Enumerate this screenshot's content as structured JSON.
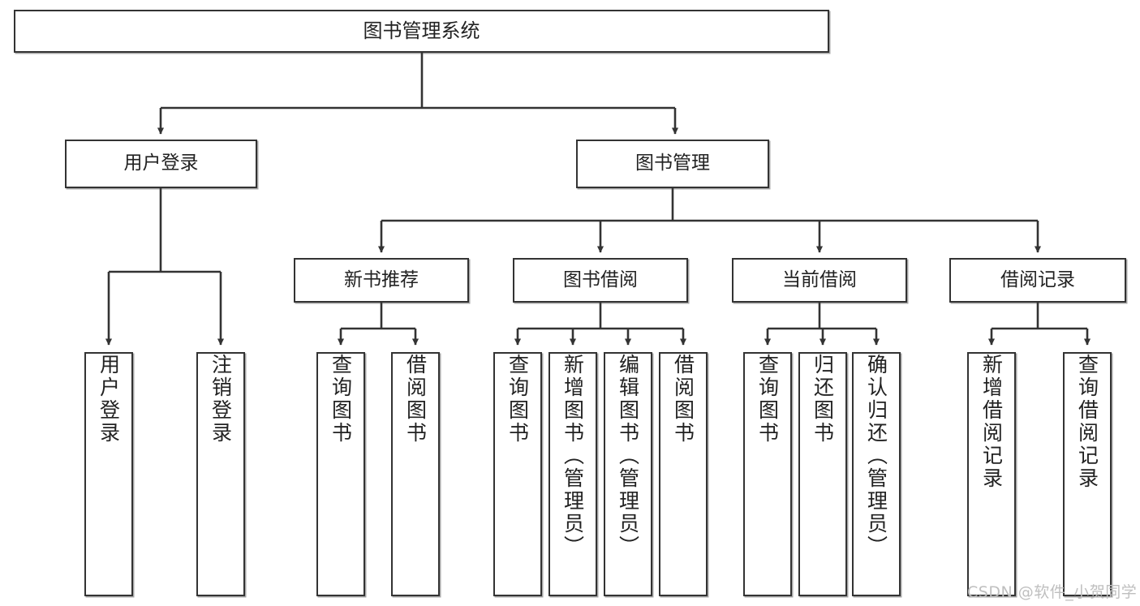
{
  "diagram": {
    "title": "图书管理系统",
    "watermark": "CSDN @软件_小贺同学",
    "line_color": "#333333",
    "box_fill": "#ffffff",
    "text_color": "#222222",
    "nodes": {
      "root": {
        "label": "图书管理系统"
      },
      "level2": [
        {
          "key": "user-login",
          "label": "用户登录"
        },
        {
          "key": "book-manage",
          "label": "图书管理"
        }
      ],
      "level3": [
        {
          "key": "new-book-recommend",
          "label": "新书推荐"
        },
        {
          "key": "book-borrow",
          "label": "图书借阅"
        },
        {
          "key": "current-borrow",
          "label": "当前借阅"
        },
        {
          "key": "borrow-record",
          "label": "借阅记录"
        }
      ],
      "leaves": [
        {
          "key": "leaf-user-login",
          "label": "用户登录",
          "parent": "user-login"
        },
        {
          "key": "leaf-user-logout",
          "label": "注销登录",
          "parent": "user-login"
        },
        {
          "key": "leaf-query-book-1",
          "label": "查询图书",
          "parent": "new-book-recommend"
        },
        {
          "key": "leaf-borrow-book-1",
          "label": "借阅图书",
          "parent": "new-book-recommend"
        },
        {
          "key": "leaf-query-book-2",
          "label": "查询图书",
          "parent": "book-borrow"
        },
        {
          "key": "leaf-add-book",
          "label": "新增图书（管理员）",
          "parent": "book-borrow"
        },
        {
          "key": "leaf-edit-book",
          "label": "编辑图书（管理员）",
          "parent": "book-borrow"
        },
        {
          "key": "leaf-borrow-book-2",
          "label": "借阅图书",
          "parent": "book-borrow"
        },
        {
          "key": "leaf-query-book-3",
          "label": "查询图书",
          "parent": "current-borrow"
        },
        {
          "key": "leaf-return-book",
          "label": "归还图书",
          "parent": "current-borrow"
        },
        {
          "key": "leaf-confirm-return",
          "label": "确认归还（管理员）",
          "parent": "current-borrow"
        },
        {
          "key": "leaf-add-record",
          "label": "新增借阅记录",
          "parent": "borrow-record"
        },
        {
          "key": "leaf-query-record",
          "label": "查询借阅记录",
          "parent": "borrow-record"
        }
      ]
    }
  }
}
